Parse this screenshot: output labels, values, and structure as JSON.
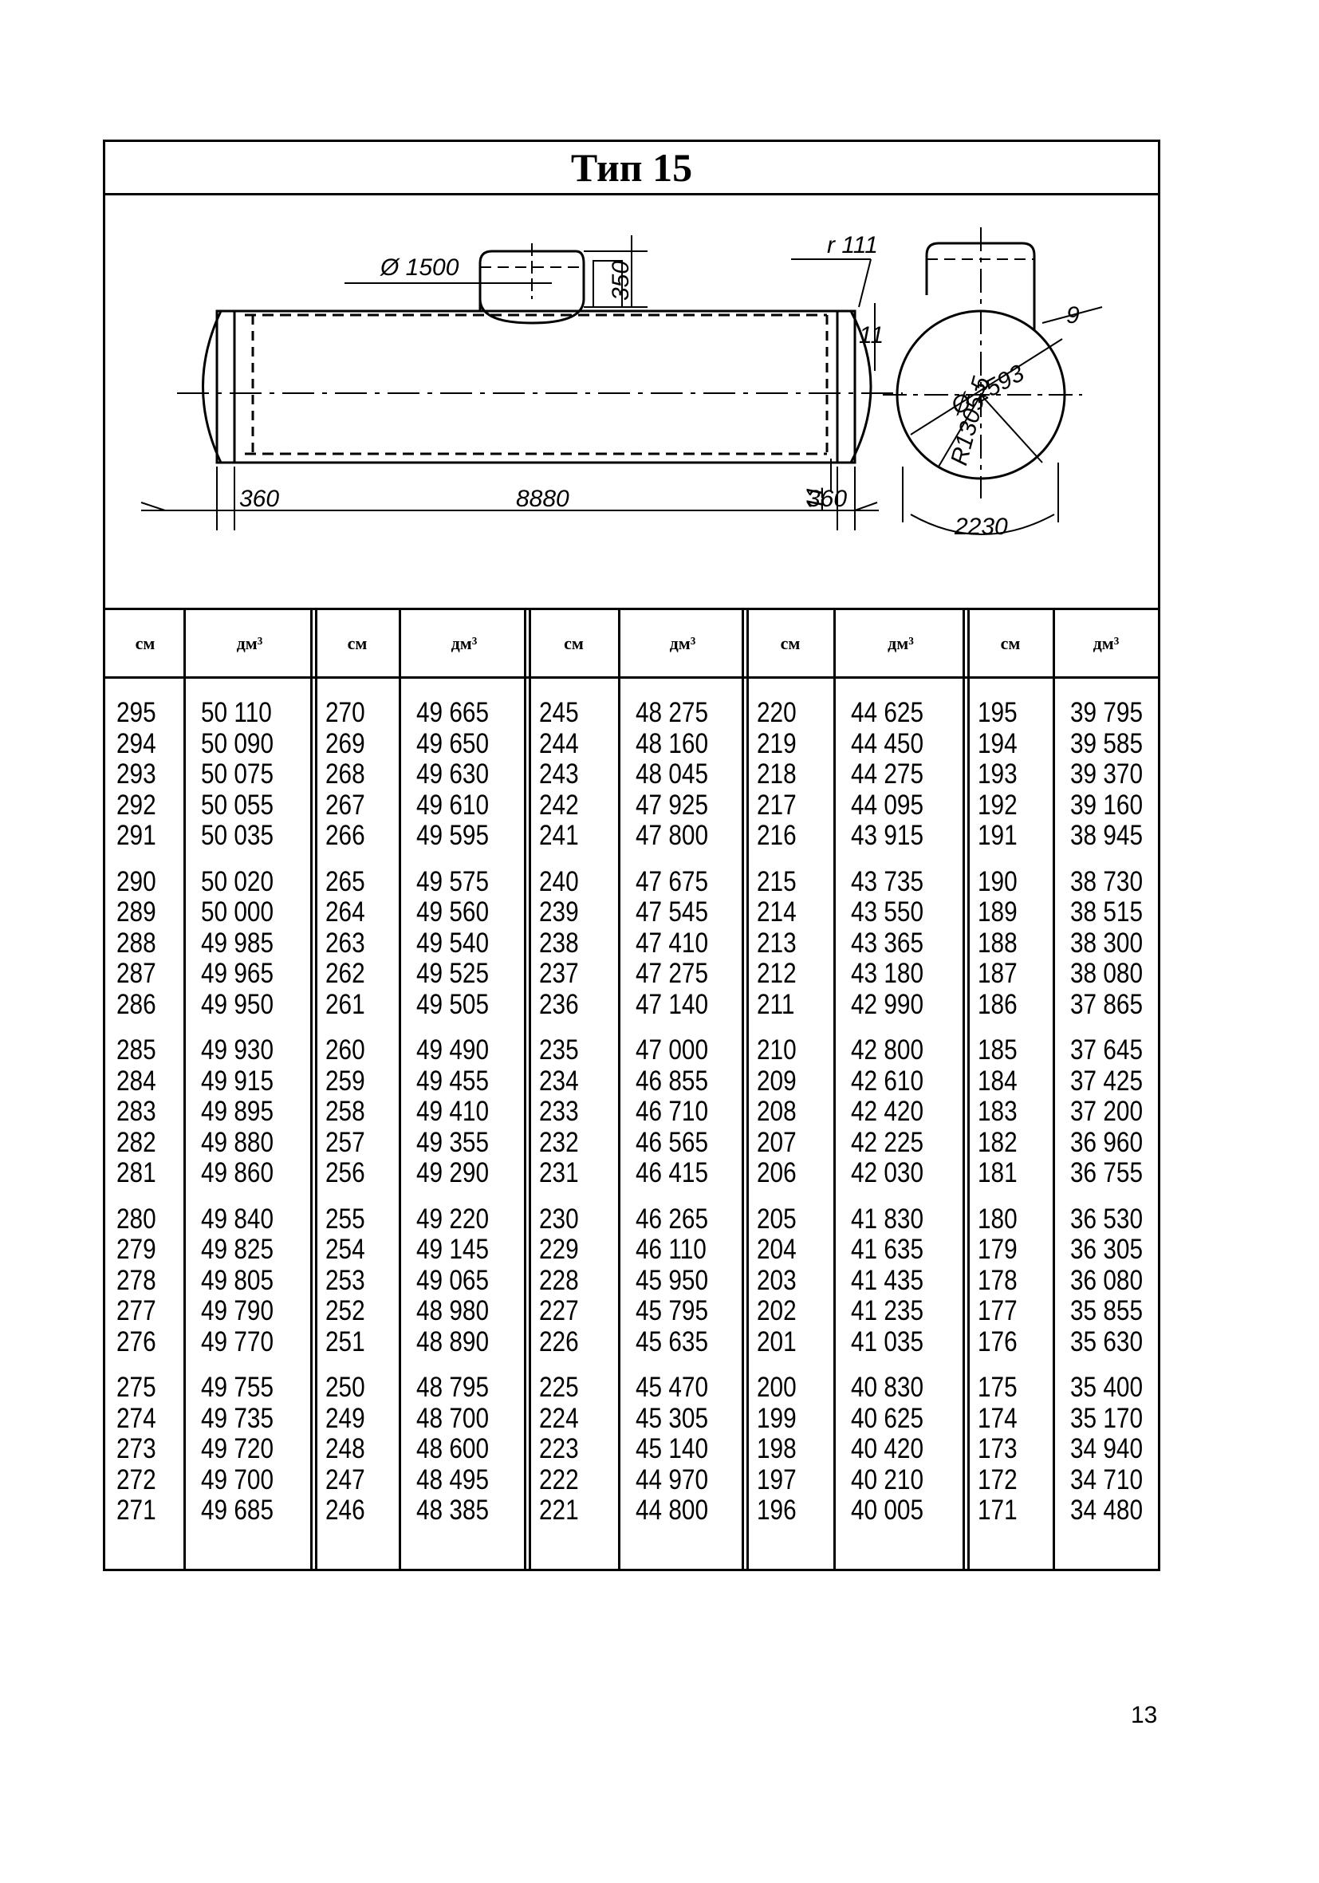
{
  "title": "Тип 15",
  "drawing": {
    "dims": {
      "nozzle_diameter": "Ø 1500",
      "nozzle_height": "350",
      "end_radius": "r 111",
      "wall_11_top": "11",
      "wall_11_bottom": "11",
      "left_end": "360",
      "length": "8880",
      "right_end": "360",
      "shell_diameter": "Ø 2593",
      "wall_9": "9",
      "radius": "R1305,5",
      "arc": "2230"
    }
  },
  "table": {
    "headers": [
      "см",
      "дм³",
      "см",
      "дм³",
      "см",
      "дм³",
      "см",
      "дм³",
      "см",
      "дм³"
    ],
    "groups": [
      [
        [
          [
            "295",
            "50 110"
          ],
          [
            "294",
            "50 090"
          ],
          [
            "293",
            "50 075"
          ],
          [
            "292",
            "50 055"
          ],
          [
            "291",
            "50 035"
          ]
        ],
        [
          [
            "290",
            "50 020"
          ],
          [
            "289",
            "50 000"
          ],
          [
            "288",
            "49 985"
          ],
          [
            "287",
            "49 965"
          ],
          [
            "286",
            "49 950"
          ]
        ],
        [
          [
            "285",
            "49 930"
          ],
          [
            "284",
            "49 915"
          ],
          [
            "283",
            "49 895"
          ],
          [
            "282",
            "49 880"
          ],
          [
            "281",
            "49 860"
          ]
        ],
        [
          [
            "280",
            "49 840"
          ],
          [
            "279",
            "49 825"
          ],
          [
            "278",
            "49 805"
          ],
          [
            "277",
            "49 790"
          ],
          [
            "276",
            "49 770"
          ]
        ],
        [
          [
            "275",
            "49 755"
          ],
          [
            "274",
            "49 735"
          ],
          [
            "273",
            "49 720"
          ],
          [
            "272",
            "49 700"
          ],
          [
            "271",
            "49 685"
          ]
        ]
      ],
      [
        [
          [
            "270",
            "49 665"
          ],
          [
            "269",
            "49 650"
          ],
          [
            "268",
            "49 630"
          ],
          [
            "267",
            "49 610"
          ],
          [
            "266",
            "49 595"
          ]
        ],
        [
          [
            "265",
            "49 575"
          ],
          [
            "264",
            "49 560"
          ],
          [
            "263",
            "49 540"
          ],
          [
            "262",
            "49 525"
          ],
          [
            "261",
            "49 505"
          ]
        ],
        [
          [
            "260",
            "49 490"
          ],
          [
            "259",
            "49 455"
          ],
          [
            "258",
            "49 410"
          ],
          [
            "257",
            "49 355"
          ],
          [
            "256",
            "49 290"
          ]
        ],
        [
          [
            "255",
            "49 220"
          ],
          [
            "254",
            "49 145"
          ],
          [
            "253",
            "49 065"
          ],
          [
            "252",
            "48 980"
          ],
          [
            "251",
            "48 890"
          ]
        ],
        [
          [
            "250",
            "48 795"
          ],
          [
            "249",
            "48 700"
          ],
          [
            "248",
            "48 600"
          ],
          [
            "247",
            "48 495"
          ],
          [
            "246",
            "48 385"
          ]
        ]
      ],
      [
        [
          [
            "245",
            "48 275"
          ],
          [
            "244",
            "48 160"
          ],
          [
            "243",
            "48 045"
          ],
          [
            "242",
            "47 925"
          ],
          [
            "241",
            "47 800"
          ]
        ],
        [
          [
            "240",
            "47 675"
          ],
          [
            "239",
            "47 545"
          ],
          [
            "238",
            "47 410"
          ],
          [
            "237",
            "47 275"
          ],
          [
            "236",
            "47 140"
          ]
        ],
        [
          [
            "235",
            "47 000"
          ],
          [
            "234",
            "46 855"
          ],
          [
            "233",
            "46 710"
          ],
          [
            "232",
            "46 565"
          ],
          [
            "231",
            "46 415"
          ]
        ],
        [
          [
            "230",
            "46 265"
          ],
          [
            "229",
            "46 110"
          ],
          [
            "228",
            "45 950"
          ],
          [
            "227",
            "45 795"
          ],
          [
            "226",
            "45 635"
          ]
        ],
        [
          [
            "225",
            "45 470"
          ],
          [
            "224",
            "45 305"
          ],
          [
            "223",
            "45 140"
          ],
          [
            "222",
            "44 970"
          ],
          [
            "221",
            "44 800"
          ]
        ]
      ],
      [
        [
          [
            "220",
            "44 625"
          ],
          [
            "219",
            "44 450"
          ],
          [
            "218",
            "44 275"
          ],
          [
            "217",
            "44 095"
          ],
          [
            "216",
            "43 915"
          ]
        ],
        [
          [
            "215",
            "43 735"
          ],
          [
            "214",
            "43 550"
          ],
          [
            "213",
            "43 365"
          ],
          [
            "212",
            "43 180"
          ],
          [
            "211",
            "42 990"
          ]
        ],
        [
          [
            "210",
            "42 800"
          ],
          [
            "209",
            "42 610"
          ],
          [
            "208",
            "42 420"
          ],
          [
            "207",
            "42 225"
          ],
          [
            "206",
            "42 030"
          ]
        ],
        [
          [
            "205",
            "41 830"
          ],
          [
            "204",
            "41 635"
          ],
          [
            "203",
            "41 435"
          ],
          [
            "202",
            "41 235"
          ],
          [
            "201",
            "41 035"
          ]
        ],
        [
          [
            "200",
            "40 830"
          ],
          [
            "199",
            "40 625"
          ],
          [
            "198",
            "40 420"
          ],
          [
            "197",
            "40 210"
          ],
          [
            "196",
            "40 005"
          ]
        ]
      ],
      [
        [
          [
            "195",
            "39 795"
          ],
          [
            "194",
            "39 585"
          ],
          [
            "193",
            "39 370"
          ],
          [
            "192",
            "39 160"
          ],
          [
            "191",
            "38 945"
          ]
        ],
        [
          [
            "190",
            "38 730"
          ],
          [
            "189",
            "38 515"
          ],
          [
            "188",
            "38 300"
          ],
          [
            "187",
            "38 080"
          ],
          [
            "186",
            "37 865"
          ]
        ],
        [
          [
            "185",
            "37 645"
          ],
          [
            "184",
            "37 425"
          ],
          [
            "183",
            "37 200"
          ],
          [
            "182",
            "36 960"
          ],
          [
            "181",
            "36 755"
          ]
        ],
        [
          [
            "180",
            "36 530"
          ],
          [
            "179",
            "36 305"
          ],
          [
            "178",
            "36 080"
          ],
          [
            "177",
            "35 855"
          ],
          [
            "176",
            "35 630"
          ]
        ],
        [
          [
            "175",
            "35 400"
          ],
          [
            "174",
            "35 170"
          ],
          [
            "173",
            "34 940"
          ],
          [
            "172",
            "34 710"
          ],
          [
            "171",
            "34 480"
          ]
        ]
      ]
    ]
  },
  "page_number": "13"
}
